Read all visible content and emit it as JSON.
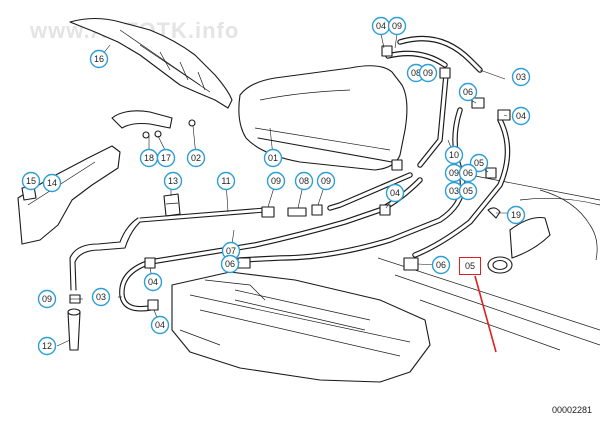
{
  "watermark": "www.AUTOTK.info",
  "drawing_number": "00002281",
  "highlight": {
    "label": "05",
    "color": "#e02020"
  },
  "accent_color": "#2d9fd6",
  "callouts": [
    {
      "id": "16",
      "label": "16"
    },
    {
      "id": "04a",
      "label": "04"
    },
    {
      "id": "09a",
      "label": "09"
    },
    {
      "id": "08a",
      "label": "08"
    },
    {
      "id": "09b",
      "label": "09"
    },
    {
      "id": "03a",
      "label": "03"
    },
    {
      "id": "06a",
      "label": "06"
    },
    {
      "id": "04b",
      "label": "04"
    },
    {
      "id": "18",
      "label": "18"
    },
    {
      "id": "17",
      "label": "17"
    },
    {
      "id": "02",
      "label": "02"
    },
    {
      "id": "01",
      "label": "01"
    },
    {
      "id": "10",
      "label": "10"
    },
    {
      "id": "05a",
      "label": "05"
    },
    {
      "id": "15",
      "label": "15"
    },
    {
      "id": "14",
      "label": "14"
    },
    {
      "id": "13",
      "label": "13"
    },
    {
      "id": "11",
      "label": "11"
    },
    {
      "id": "09c",
      "label": "09"
    },
    {
      "id": "08b",
      "label": "08"
    },
    {
      "id": "09d",
      "label": "09"
    },
    {
      "id": "04c",
      "label": "04"
    },
    {
      "id": "09e",
      "label": "09"
    },
    {
      "id": "06b",
      "label": "06"
    },
    {
      "id": "03b",
      "label": "03"
    },
    {
      "id": "05b",
      "label": "05"
    },
    {
      "id": "19",
      "label": "19"
    },
    {
      "id": "07",
      "label": "07"
    },
    {
      "id": "06c",
      "label": "06"
    },
    {
      "id": "04d",
      "label": "04"
    },
    {
      "id": "06d",
      "label": "06"
    },
    {
      "id": "09f",
      "label": "09"
    },
    {
      "id": "03c",
      "label": "03"
    },
    {
      "id": "04e",
      "label": "04"
    },
    {
      "id": "12",
      "label": "12"
    }
  ]
}
